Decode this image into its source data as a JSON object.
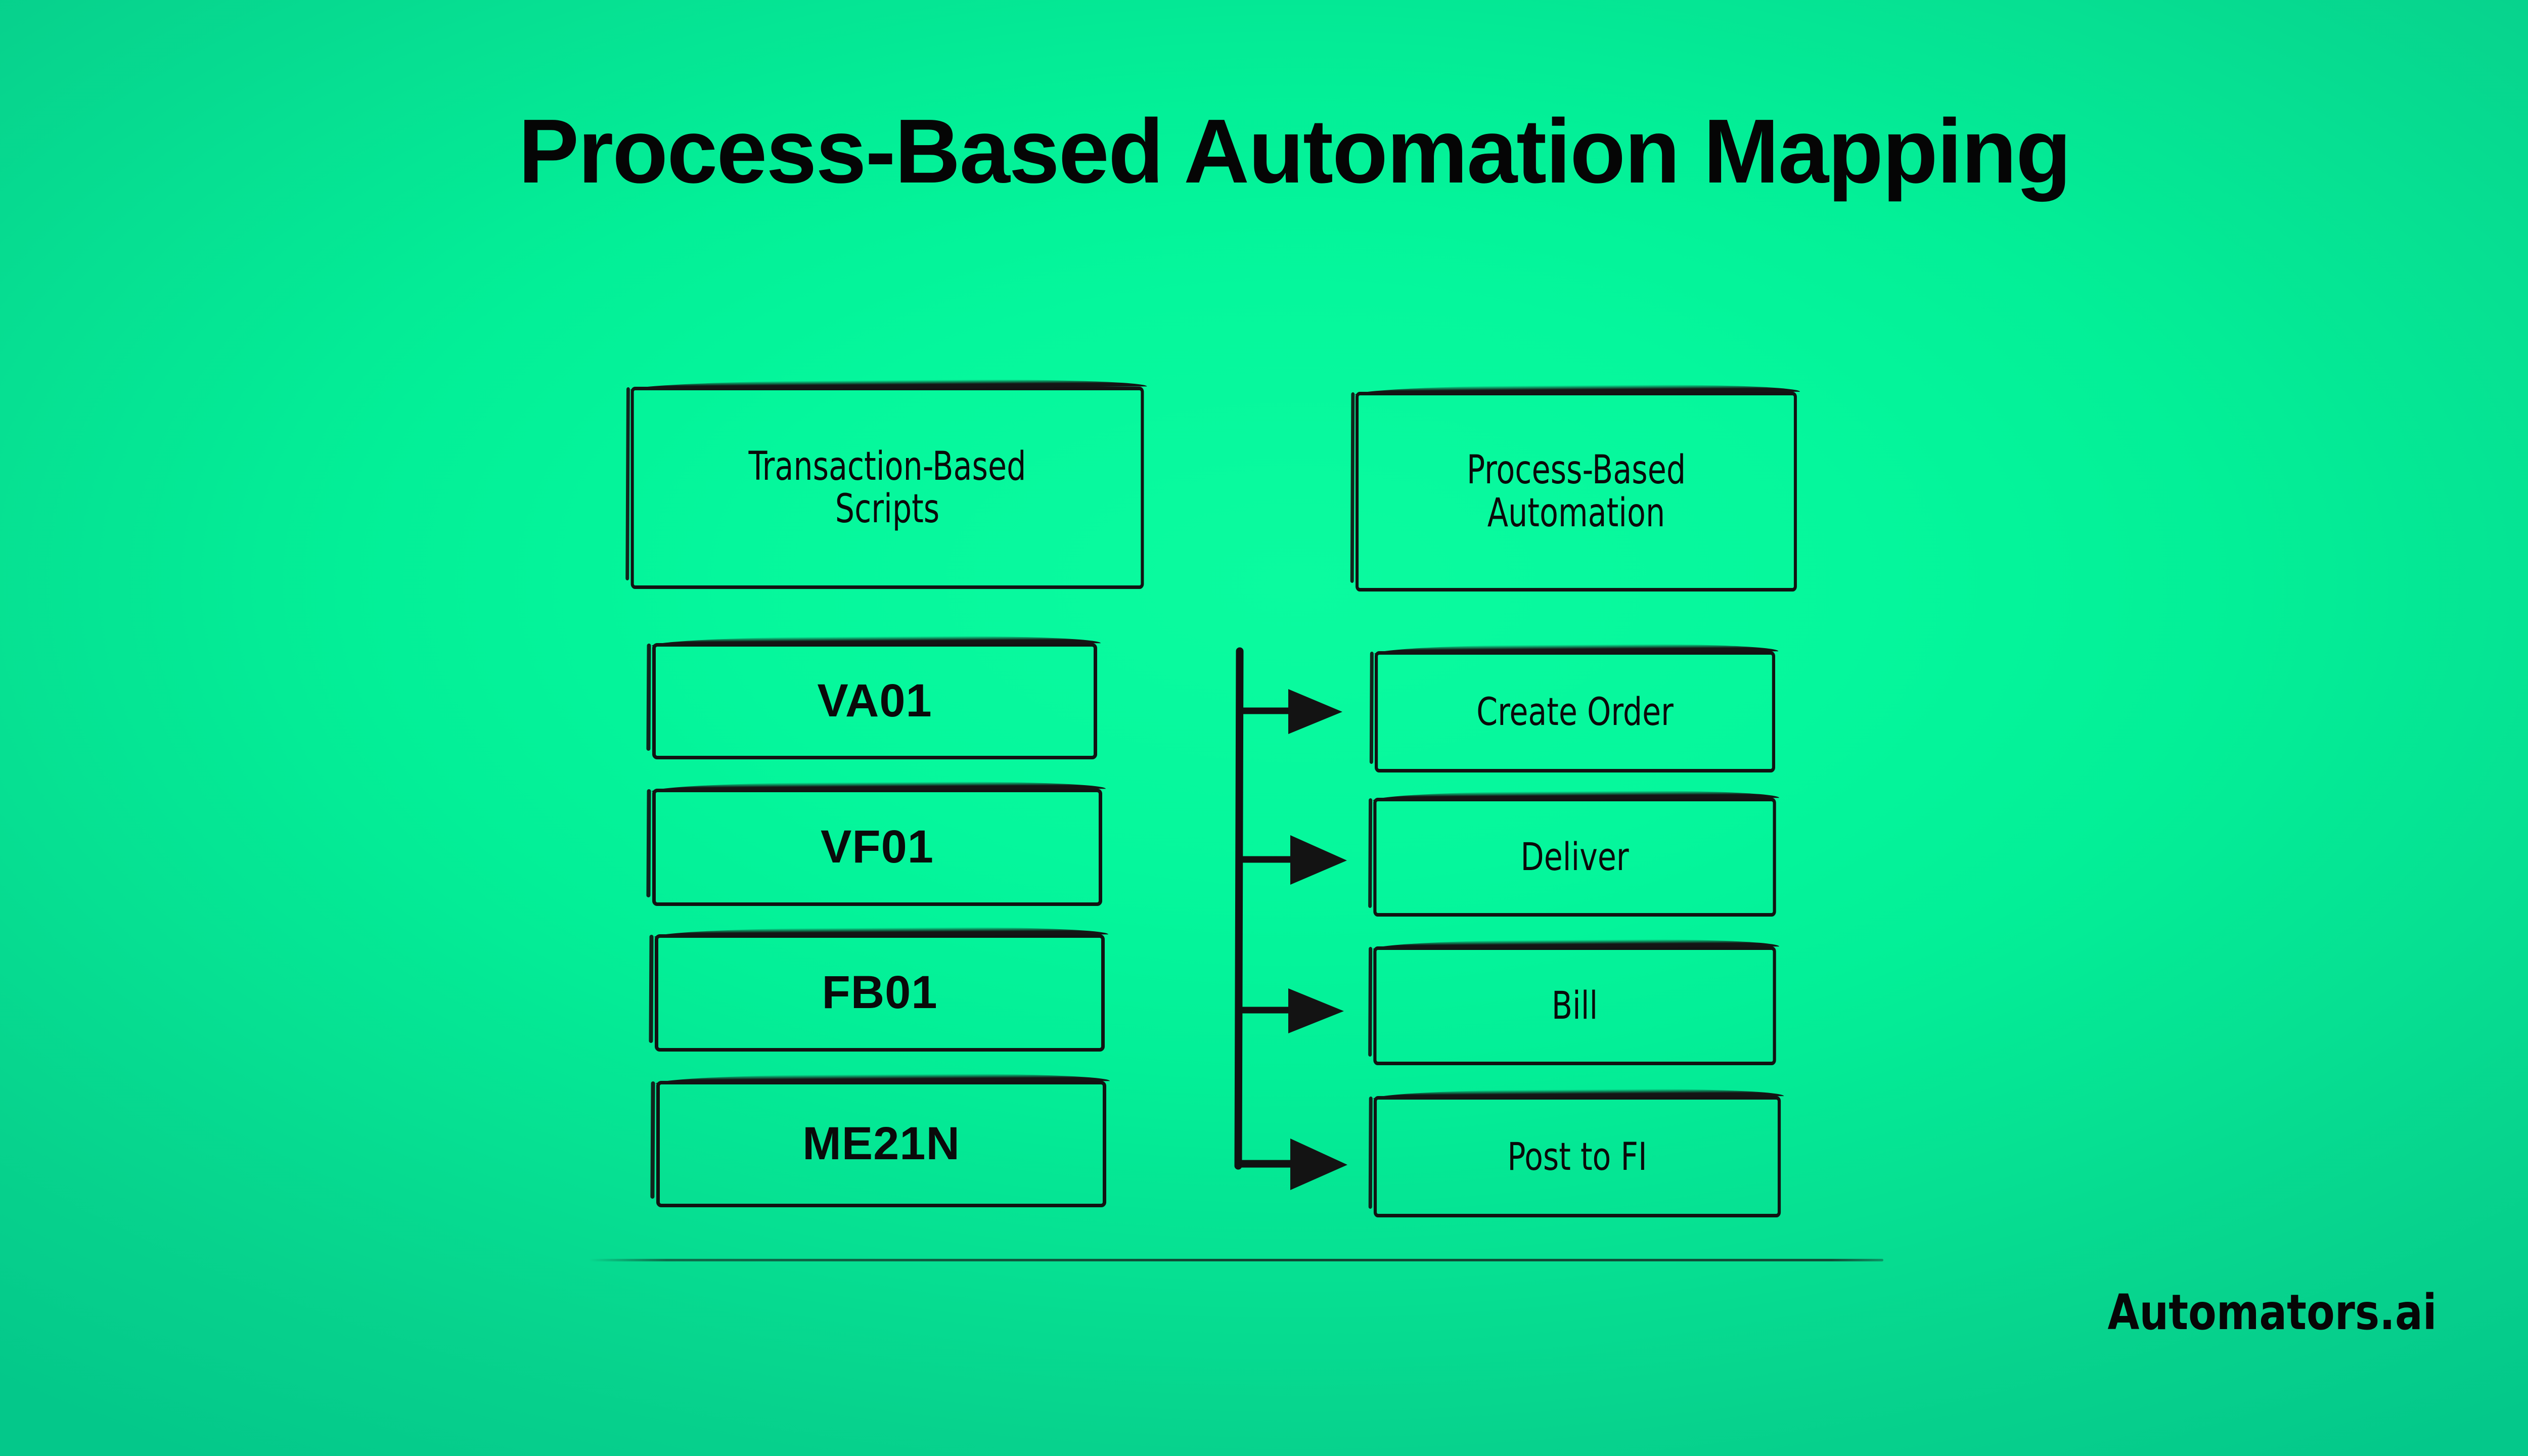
{
  "slide": {
    "title": "Process-Based Automation Mapping",
    "background_color_center": "#0bfb9f",
    "background_color_edge": "#04c88a",
    "ink_color": "#0a0a0a"
  },
  "columns": {
    "left": {
      "header_line1": "Transaction-Based",
      "header_line2": "Scripts",
      "items": [
        {
          "label": "VA01"
        },
        {
          "label": "VF01"
        },
        {
          "label": "FB01"
        },
        {
          "label": "ME21N"
        }
      ]
    },
    "right": {
      "header_line1": "Process-Based",
      "header_line2": "Automation",
      "items": [
        {
          "label": "Create Order"
        },
        {
          "label": "Deliver"
        },
        {
          "label": "Bill"
        },
        {
          "label": "Post to FI"
        }
      ]
    }
  },
  "connectors": {
    "count": 4,
    "style": "vertical-trunk-with-arrowheads",
    "color": "#111111"
  },
  "footer": {
    "brand": "Automators.ai"
  }
}
